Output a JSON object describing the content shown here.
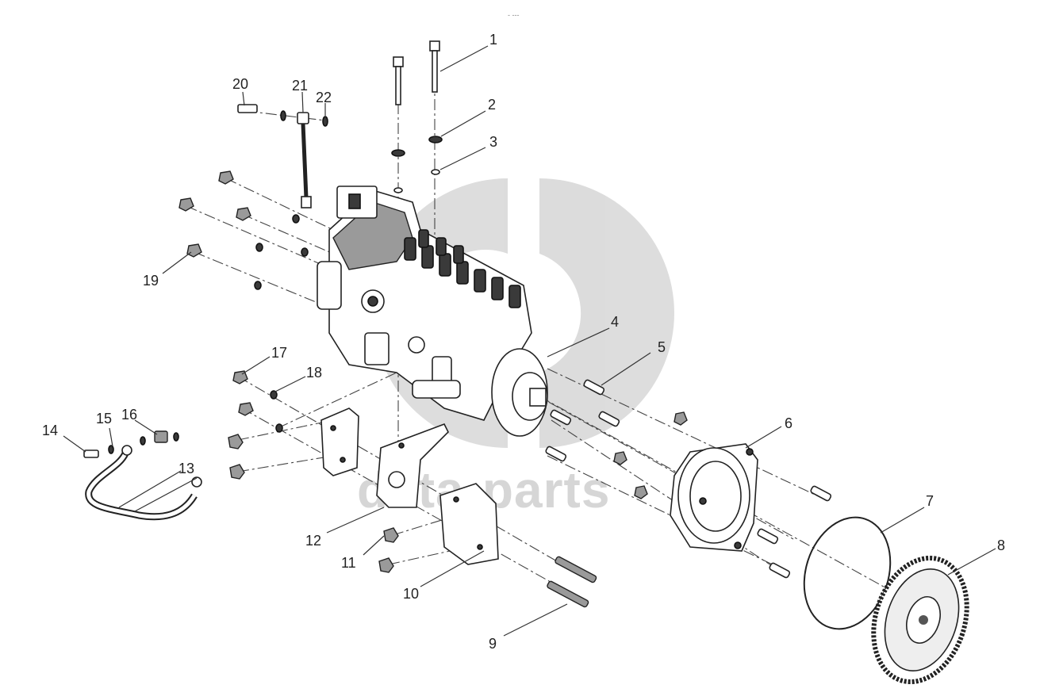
{
  "watermark": {
    "text": "data-parts",
    "color": "#d6d6d6"
  },
  "top_mark": "- ---",
  "callouts": [
    {
      "id": "1",
      "label": "1"
    },
    {
      "id": "2",
      "label": "2"
    },
    {
      "id": "3",
      "label": "3"
    },
    {
      "id": "4",
      "label": "4"
    },
    {
      "id": "5",
      "label": "5"
    },
    {
      "id": "6",
      "label": "6"
    },
    {
      "id": "7",
      "label": "7"
    },
    {
      "id": "8",
      "label": "8"
    },
    {
      "id": "9",
      "label": "9"
    },
    {
      "id": "10",
      "label": "10"
    },
    {
      "id": "11",
      "label": "11"
    },
    {
      "id": "12",
      "label": "12"
    },
    {
      "id": "13",
      "label": "13"
    },
    {
      "id": "14",
      "label": "14"
    },
    {
      "id": "15",
      "label": "15"
    },
    {
      "id": "16",
      "label": "16"
    },
    {
      "id": "17",
      "label": "17"
    },
    {
      "id": "18",
      "label": "18"
    },
    {
      "id": "19",
      "label": "19"
    },
    {
      "id": "20",
      "label": "20"
    },
    {
      "id": "21",
      "label": "21"
    },
    {
      "id": "22",
      "label": "22"
    }
  ]
}
